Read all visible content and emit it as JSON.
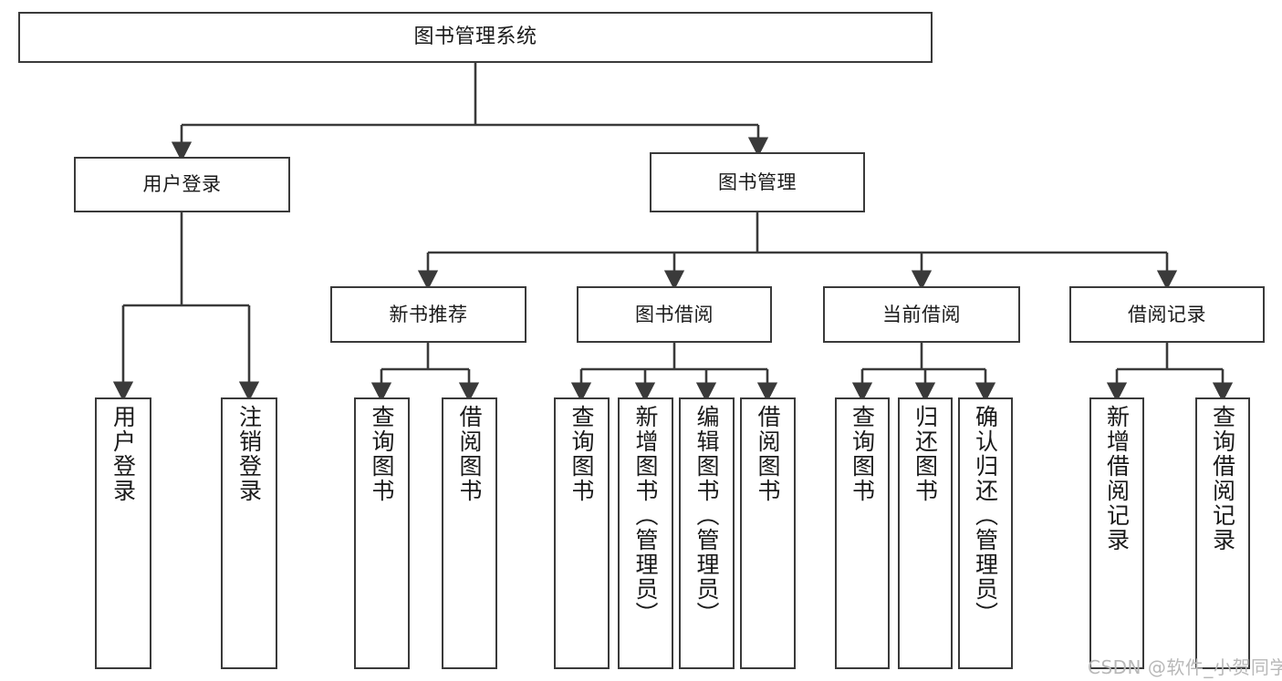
{
  "diagram": {
    "type": "tree-hierarchy-diagram",
    "title": "图书管理系统",
    "watermark": "CSDN @软件_小贺同学",
    "colors": {
      "background": "#ffffff",
      "node_border": "#3a3a3a",
      "node_fill": "#ffffff",
      "connector": "#3a3a3a",
      "text": "#1a1a1a",
      "watermark": "#b8b8b8"
    },
    "root": {
      "label": "图书管理系统",
      "orientation": "horizontal"
    },
    "level2": [
      {
        "id": "user-login",
        "label": "用户登录",
        "orientation": "horizontal"
      },
      {
        "id": "book-management",
        "label": "图书管理",
        "orientation": "horizontal"
      }
    ],
    "level3": [
      {
        "id": "new-book-recommend",
        "label": "新书推荐",
        "orientation": "horizontal",
        "parent": "book-management"
      },
      {
        "id": "book-borrow",
        "label": "图书借阅",
        "orientation": "horizontal",
        "parent": "book-management"
      },
      {
        "id": "current-borrow",
        "label": "当前借阅",
        "orientation": "horizontal",
        "parent": "book-management"
      },
      {
        "id": "borrow-record",
        "label": "借阅记录",
        "orientation": "horizontal",
        "parent": "book-management"
      }
    ],
    "leaves": [
      {
        "id": "leaf-user-login",
        "label": "用户登录",
        "orientation": "vertical",
        "parent": "user-login"
      },
      {
        "id": "leaf-logout-login",
        "label": "注销登录",
        "orientation": "vertical",
        "parent": "user-login"
      },
      {
        "id": "leaf-query-book-1",
        "label": "查询图书",
        "orientation": "vertical",
        "parent": "new-book-recommend"
      },
      {
        "id": "leaf-borrow-book-1",
        "label": "借阅图书",
        "orientation": "vertical",
        "parent": "new-book-recommend"
      },
      {
        "id": "leaf-query-book-2",
        "label": "查询图书",
        "orientation": "vertical",
        "parent": "book-borrow"
      },
      {
        "id": "leaf-add-book",
        "label": "新增图书（管理员）",
        "orientation": "vertical",
        "parent": "book-borrow"
      },
      {
        "id": "leaf-edit-book",
        "label": "编辑图书（管理员）",
        "orientation": "vertical",
        "parent": "book-borrow"
      },
      {
        "id": "leaf-borrow-book-2",
        "label": "借阅图书",
        "orientation": "vertical",
        "parent": "book-borrow"
      },
      {
        "id": "leaf-query-book-3",
        "label": "查询图书",
        "orientation": "vertical",
        "parent": "current-borrow"
      },
      {
        "id": "leaf-return-book",
        "label": "归还图书",
        "orientation": "vertical",
        "parent": "current-borrow"
      },
      {
        "id": "leaf-confirm-return",
        "label": "确认归还（管理员）",
        "orientation": "vertical",
        "parent": "current-borrow"
      },
      {
        "id": "leaf-add-record",
        "label": "新增借阅记录",
        "orientation": "vertical",
        "parent": "borrow-record"
      },
      {
        "id": "leaf-query-record",
        "label": "查询借阅记录",
        "orientation": "vertical",
        "parent": "borrow-record"
      }
    ]
  }
}
